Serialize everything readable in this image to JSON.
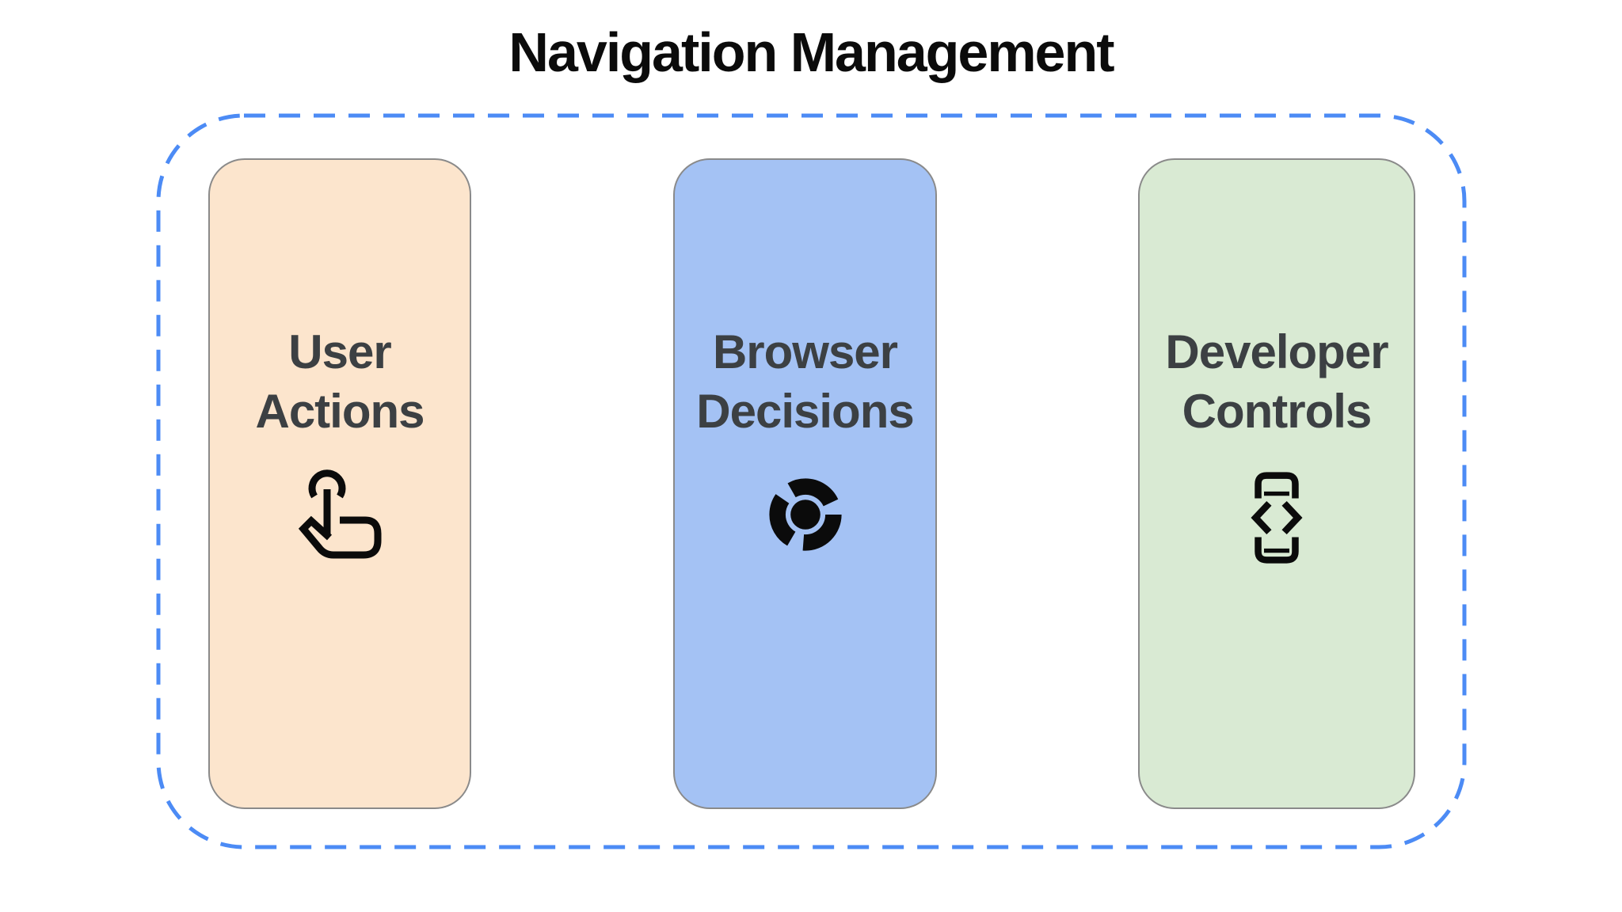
{
  "title": "Navigation Management",
  "boundary": {
    "style": "dashed",
    "border_color": "#4C8BF5"
  },
  "cards": [
    {
      "label": "User Actions",
      "label_lines": [
        "User",
        "Actions"
      ],
      "bg": "#FCE5CD",
      "border_color": "#8A8A8A",
      "text_color": "#3C4043",
      "icon": "tap-gesture-icon",
      "icon_color": "#0B0B0B"
    },
    {
      "label": "Browser Decisions",
      "label_lines": [
        "Browser",
        "Decisions"
      ],
      "bg": "#A4C2F4",
      "border_color": "#8A8A8A",
      "text_color": "#3C4043",
      "icon": "chrome-icon",
      "icon_color": "#0B0B0B"
    },
    {
      "label": "Developer Controls",
      "label_lines": [
        "Developer",
        "Controls"
      ],
      "bg": "#D9EAD3",
      "border_color": "#8A8A8A",
      "text_color": "#3C4043",
      "icon": "developer-mode-icon",
      "icon_color": "#0B0B0B"
    }
  ]
}
